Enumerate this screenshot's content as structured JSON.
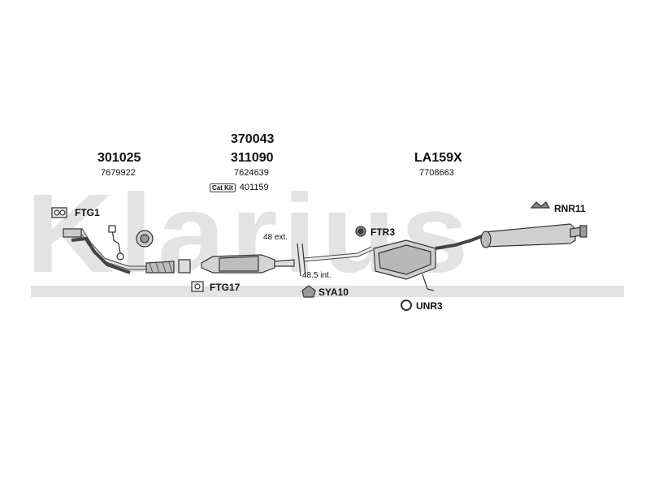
{
  "watermark": "Klarius",
  "groups": {
    "front": {
      "code": "301025",
      "ref": "7679922"
    },
    "center": {
      "code_top": "370043",
      "code": "311090",
      "ref": "7624639",
      "catkit_badge": "Cat Kit",
      "catkit_ref": "401159"
    },
    "rear": {
      "code": "LA159X",
      "ref": "7708663"
    }
  },
  "fittings": [
    {
      "id": "ftg1",
      "label": "FTG1"
    },
    {
      "id": "ftg17",
      "label": "FTG17"
    },
    {
      "id": "ftr3",
      "label": "FTR3"
    },
    {
      "id": "sya10",
      "label": "SYA10"
    },
    {
      "id": "unr3",
      "label": "UNR3"
    },
    {
      "id": "rnr11",
      "label": "RNR11"
    }
  ],
  "annotations": {
    "ext": "48 ext.",
    "int": "48.5 int."
  },
  "colors": {
    "line": "#333333",
    "fill": "#d9d9d9",
    "watermark": "#e3e3e3"
  }
}
